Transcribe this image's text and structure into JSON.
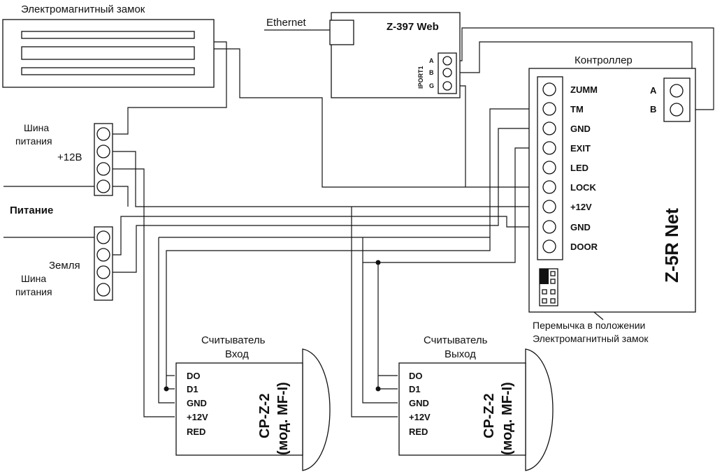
{
  "lock": {
    "title": "Электромагнитный замок"
  },
  "ethernet": {
    "label": "Ethernet"
  },
  "web": {
    "title": "Z-397 Web",
    "port_label": "IPORT1",
    "pins": [
      "A",
      "B",
      "G"
    ]
  },
  "controller": {
    "caption": "Контроллер",
    "model": "Z-5R Net",
    "pins": [
      "ZUMM",
      "TM",
      "GND",
      "EXIT",
      "LED",
      "LOCK",
      "+12V",
      "GND",
      "DOOR"
    ],
    "bus_pins": [
      "A",
      "B"
    ]
  },
  "power": {
    "bus_top_line1": "Шина",
    "bus_top_line2": "питания",
    "plus_label": "+12В",
    "supply_label": "Питание",
    "ground_label": "Земля",
    "bus_bottom_line1": "Шина",
    "bus_bottom_line2": "питания"
  },
  "jumper": {
    "line1": "Перемычка в положении",
    "line2": "Электромагнитный замок"
  },
  "reader_in": {
    "title_line1": "Считыватель",
    "title_line2": "Вход",
    "pins": [
      "DO",
      "D1",
      "GND",
      "+12V",
      "RED"
    ],
    "model_line1": "CP-Z-2",
    "model_line2": "(мод. MF-I)"
  },
  "reader_out": {
    "title_line1": "Считыватель",
    "title_line2": "Выход",
    "pins": [
      "DO",
      "D1",
      "GND",
      "+12V",
      "RED"
    ],
    "model_line1": "CP-Z-2",
    "model_line2": "(мод. MF-I)"
  }
}
